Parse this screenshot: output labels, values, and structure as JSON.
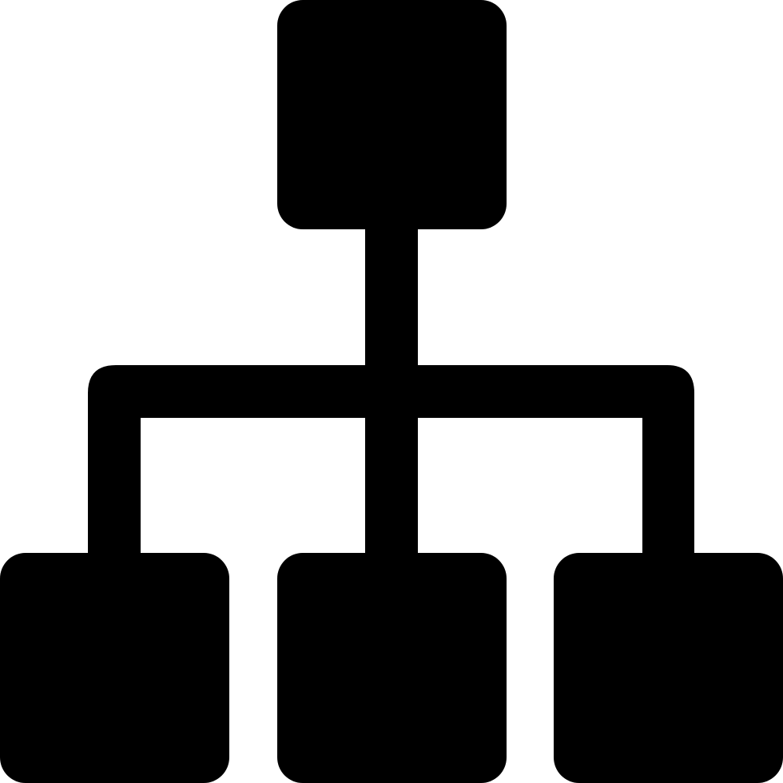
{
  "icon": {
    "name": "hierarchy-structure-icon",
    "fill_color": "#000000",
    "background_color": "#ffffff",
    "nodes": [
      {
        "role": "parent"
      },
      {
        "role": "child"
      },
      {
        "role": "child"
      },
      {
        "role": "child"
      }
    ]
  }
}
